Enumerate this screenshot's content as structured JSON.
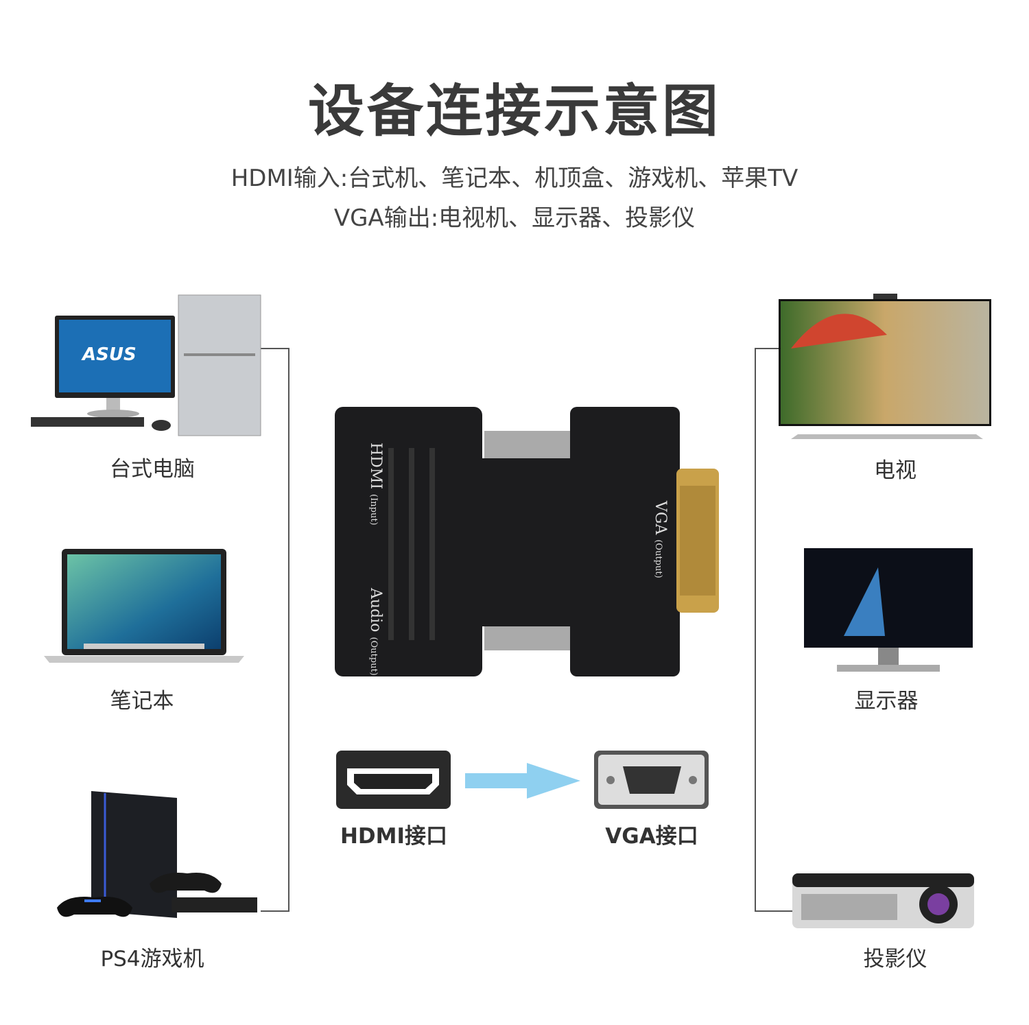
{
  "title": "设备连接示意图",
  "subtitle_input": "HDMI输入:台式机、笔记本、机顶盒、游戏机、苹果TV",
  "subtitle_output": "VGA输出:电视机、显示器、投影仪",
  "inputs": [
    {
      "label": "台式电脑",
      "icon": "desktop-pc-icon"
    },
    {
      "label": "笔记本",
      "icon": "laptop-icon"
    },
    {
      "label": "PS4游戏机",
      "icon": "game-console-icon"
    }
  ],
  "outputs": [
    {
      "label": "电视",
      "icon": "tv-icon"
    },
    {
      "label": "显示器",
      "icon": "monitor-icon"
    },
    {
      "label": "投影仪",
      "icon": "projector-icon"
    }
  ],
  "adapter": {
    "hdmi_label": "HDMI",
    "hdmi_sub": "(Input)",
    "audio_label": "Audio",
    "audio_sub": "(Output)",
    "vga_label": "VGA",
    "vga_sub": "(Output)"
  },
  "ports": {
    "hdmi_label": "HDMI接口",
    "vga_label": "VGA接口"
  },
  "colors": {
    "arrow": "#8fd0f0",
    "adapter": "#1c1c1e"
  }
}
